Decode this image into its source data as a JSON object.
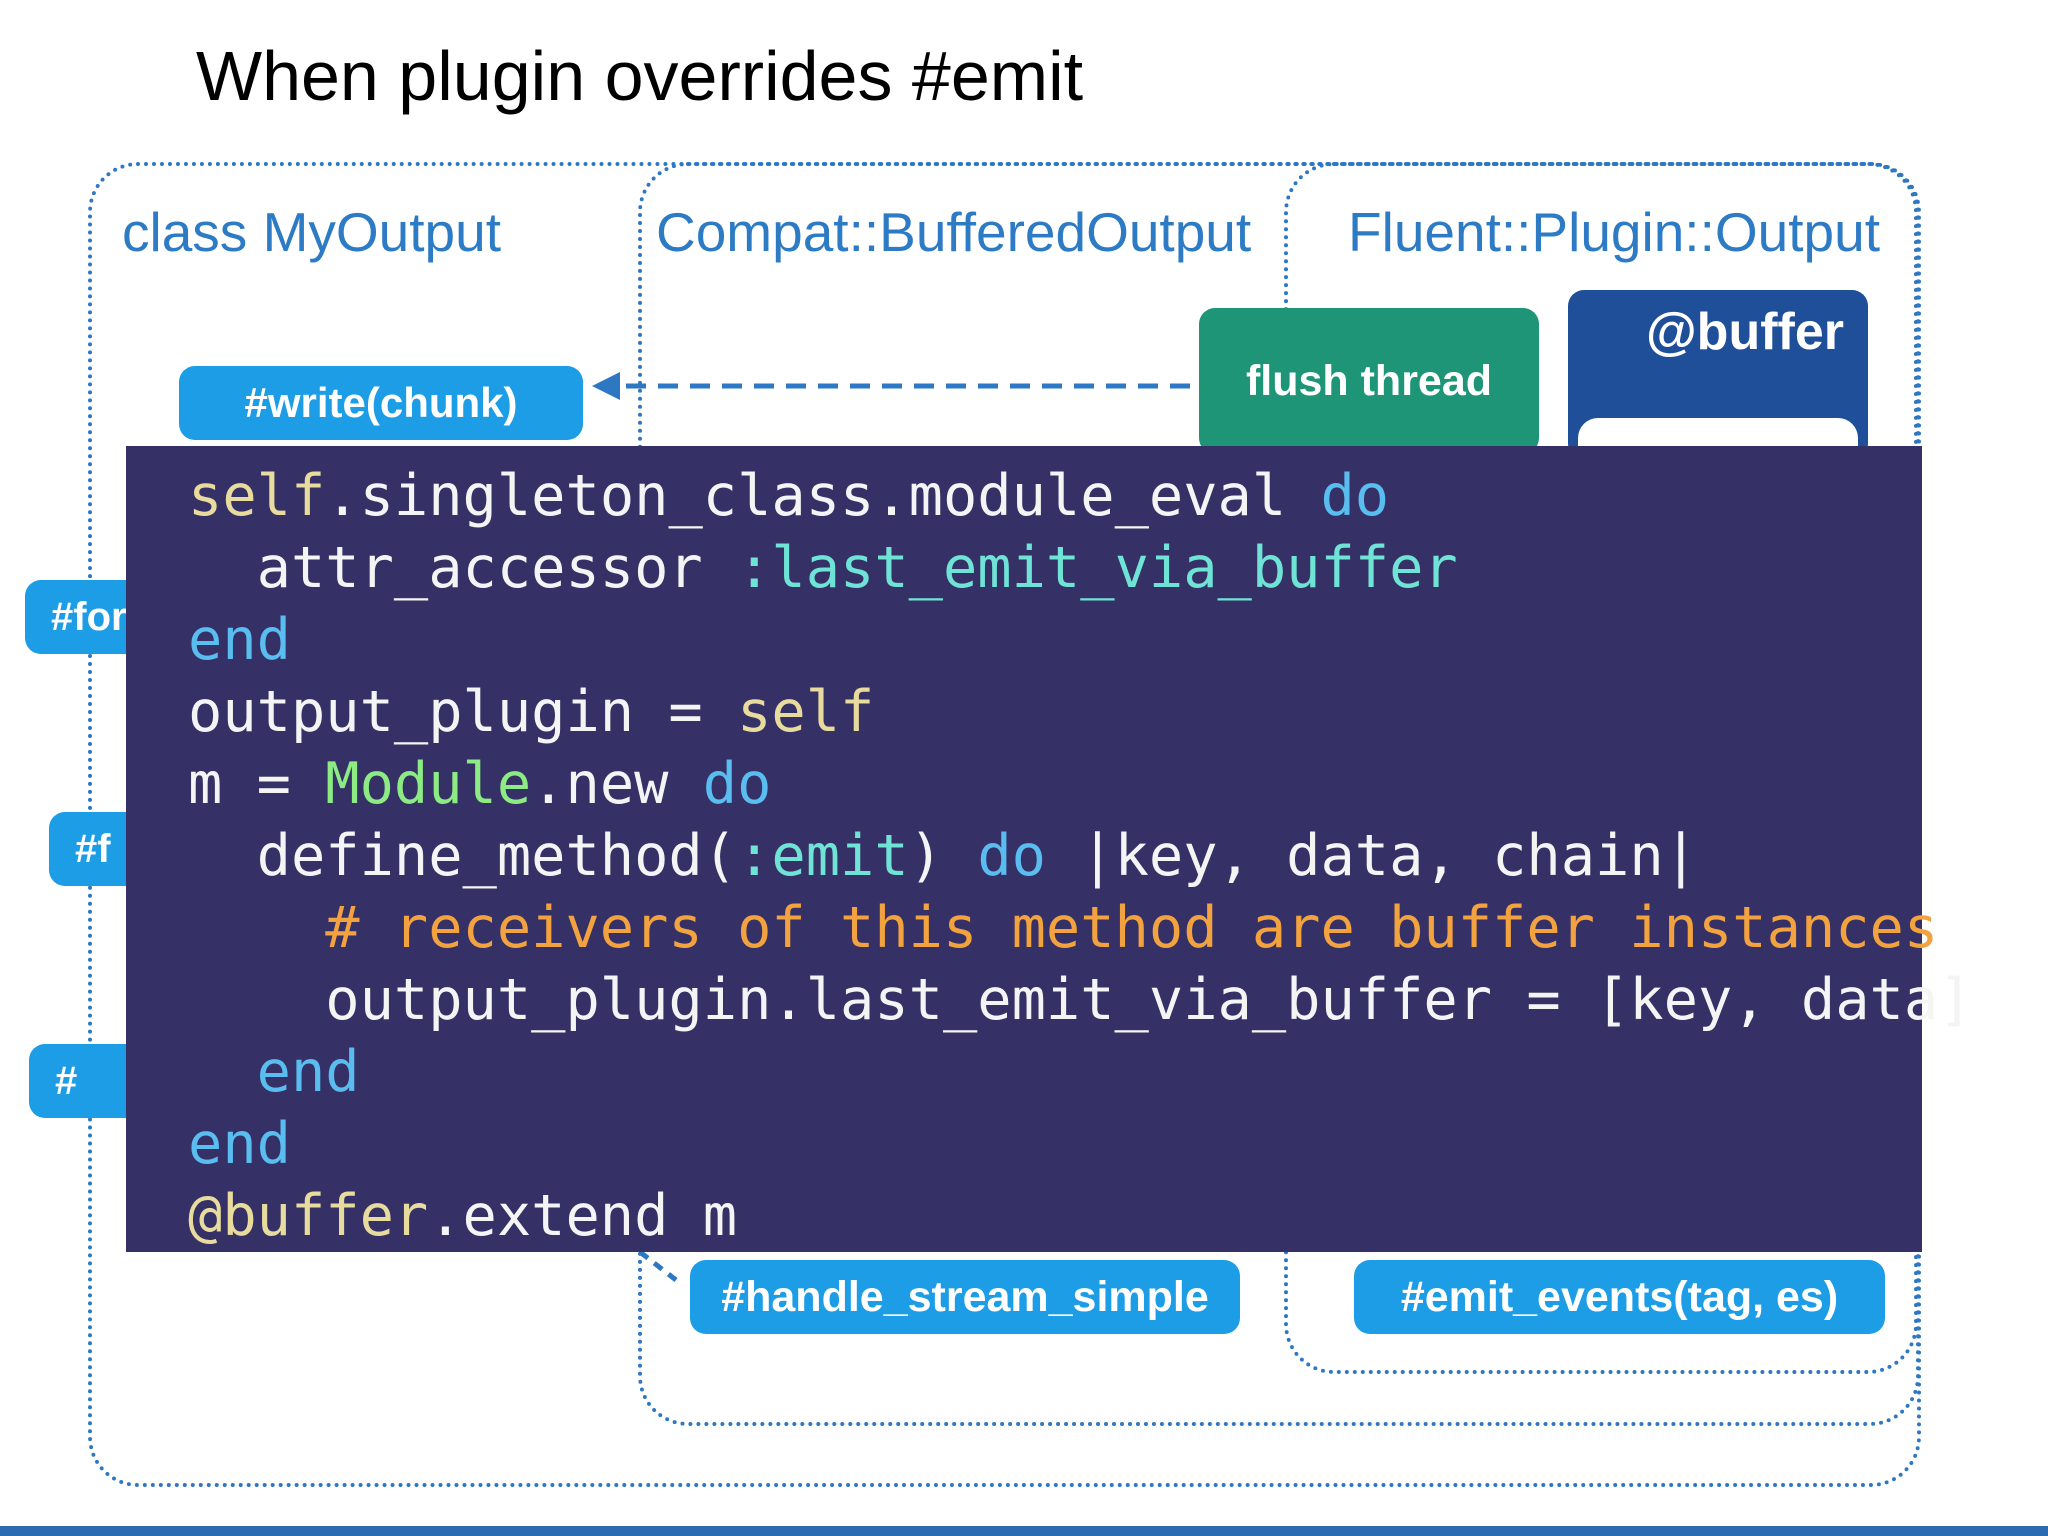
{
  "title": "When plugin overrides #emit",
  "boxes": {
    "my_output": "class MyOutput",
    "compat": "Compat::BufferedOutput",
    "fluent": "Fluent::Plugin::Output"
  },
  "labels": {
    "write_chunk": "#write(chunk)",
    "flush_thread": "flush thread",
    "buffer": "@buffer",
    "edge_1": "#for",
    "edge_2": "#f",
    "edge_3": "#",
    "handle_stream": "#handle_stream_simple",
    "emit_events": "#emit_events(tag, es)"
  },
  "colors": {
    "box_border": "#2E78C3",
    "pill_blue": "#1C9DE6",
    "pill_green": "#1E9577",
    "pill_navy": "#1F4F98",
    "code_bg": "#353065",
    "code_default": "#F4F4F4",
    "code_keyword": "#59BDF0",
    "code_self": "#E8DB9E",
    "code_symbol": "#6FE3D5",
    "code_constant": "#8CEB83",
    "code_comment": "#F2A23E"
  },
  "code": {
    "lines": [
      [
        {
          "t": "self",
          "k": "self"
        },
        {
          "t": ".singleton_class.module_eval ",
          "k": "default"
        },
        {
          "t": "do",
          "k": "keyword"
        }
      ],
      [
        {
          "t": "  attr_accessor ",
          "k": "default"
        },
        {
          "t": ":last_emit_via_buffer",
          "k": "symbol"
        }
      ],
      [
        {
          "t": "end",
          "k": "keyword"
        }
      ],
      [
        {
          "t": "output_plugin = ",
          "k": "default"
        },
        {
          "t": "self",
          "k": "self"
        }
      ],
      [
        {
          "t": "m = ",
          "k": "default"
        },
        {
          "t": "Module",
          "k": "constant"
        },
        {
          "t": ".new ",
          "k": "default"
        },
        {
          "t": "do",
          "k": "keyword"
        }
      ],
      [
        {
          "t": "  define_method(",
          "k": "default"
        },
        {
          "t": ":emit",
          "k": "symbol"
        },
        {
          "t": ") ",
          "k": "default"
        },
        {
          "t": "do",
          "k": "keyword"
        },
        {
          "t": " |key, data, chain|",
          "k": "default"
        }
      ],
      [
        {
          "t": "    # receivers of this method are buffer instances",
          "k": "comment"
        }
      ],
      [
        {
          "t": "    output_plugin.last_emit_via_buffer = [key, data]",
          "k": "default"
        }
      ],
      [
        {
          "t": "  end",
          "k": "keyword"
        }
      ],
      [
        {
          "t": "end",
          "k": "keyword"
        }
      ],
      [
        {
          "t": "@buffer",
          "k": "self"
        },
        {
          "t": ".extend m",
          "k": "default"
        }
      ]
    ]
  }
}
